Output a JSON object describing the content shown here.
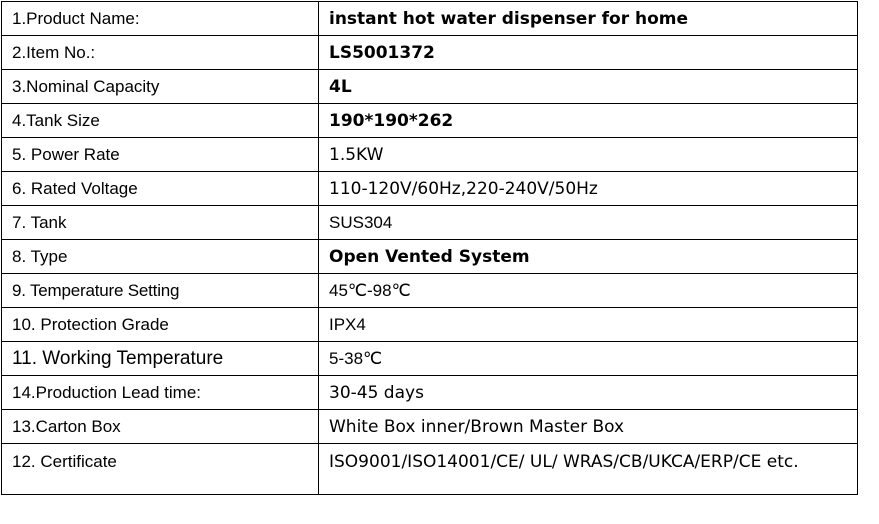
{
  "spec_rows": [
    {
      "label": "1.Product Name:",
      "value": "instant hot water dispenser for home"
    },
    {
      "label": "2.Item No.:",
      "value": "LS5001372"
    },
    {
      "label": "3.Nominal Capacity",
      "value": "4L"
    },
    {
      "label": "4.Tank Size",
      "value": "190*190*262"
    },
    {
      "label": "5. Power Rate",
      "value": "1.5KW"
    },
    {
      "label": "6. Rated Voltage",
      "value": "110-120V/60Hz,220-240V/50Hz"
    },
    {
      "label": "7. Tank",
      "value": "SUS304"
    },
    {
      "label": "8. Type",
      "value": "Open Vented System"
    },
    {
      "label": "9. Temperature Setting",
      "value": "45℃-98℃"
    },
    {
      "label": "10. Protection Grade",
      "value": "IPX4"
    },
    {
      "label": "11. Working Temperature",
      "value": "5-38℃"
    },
    {
      "label": "14.Production Lead time:",
      "value": "30-45 days"
    },
    {
      "label": "13.Carton Box",
      "value": "White Box inner/Brown Master Box"
    },
    {
      "label": "12. Certificate",
      "value": "ISO9001/ISO14001/CE/ UL/ WRAS/CB/UKCA/ERP/CE etc."
    }
  ]
}
